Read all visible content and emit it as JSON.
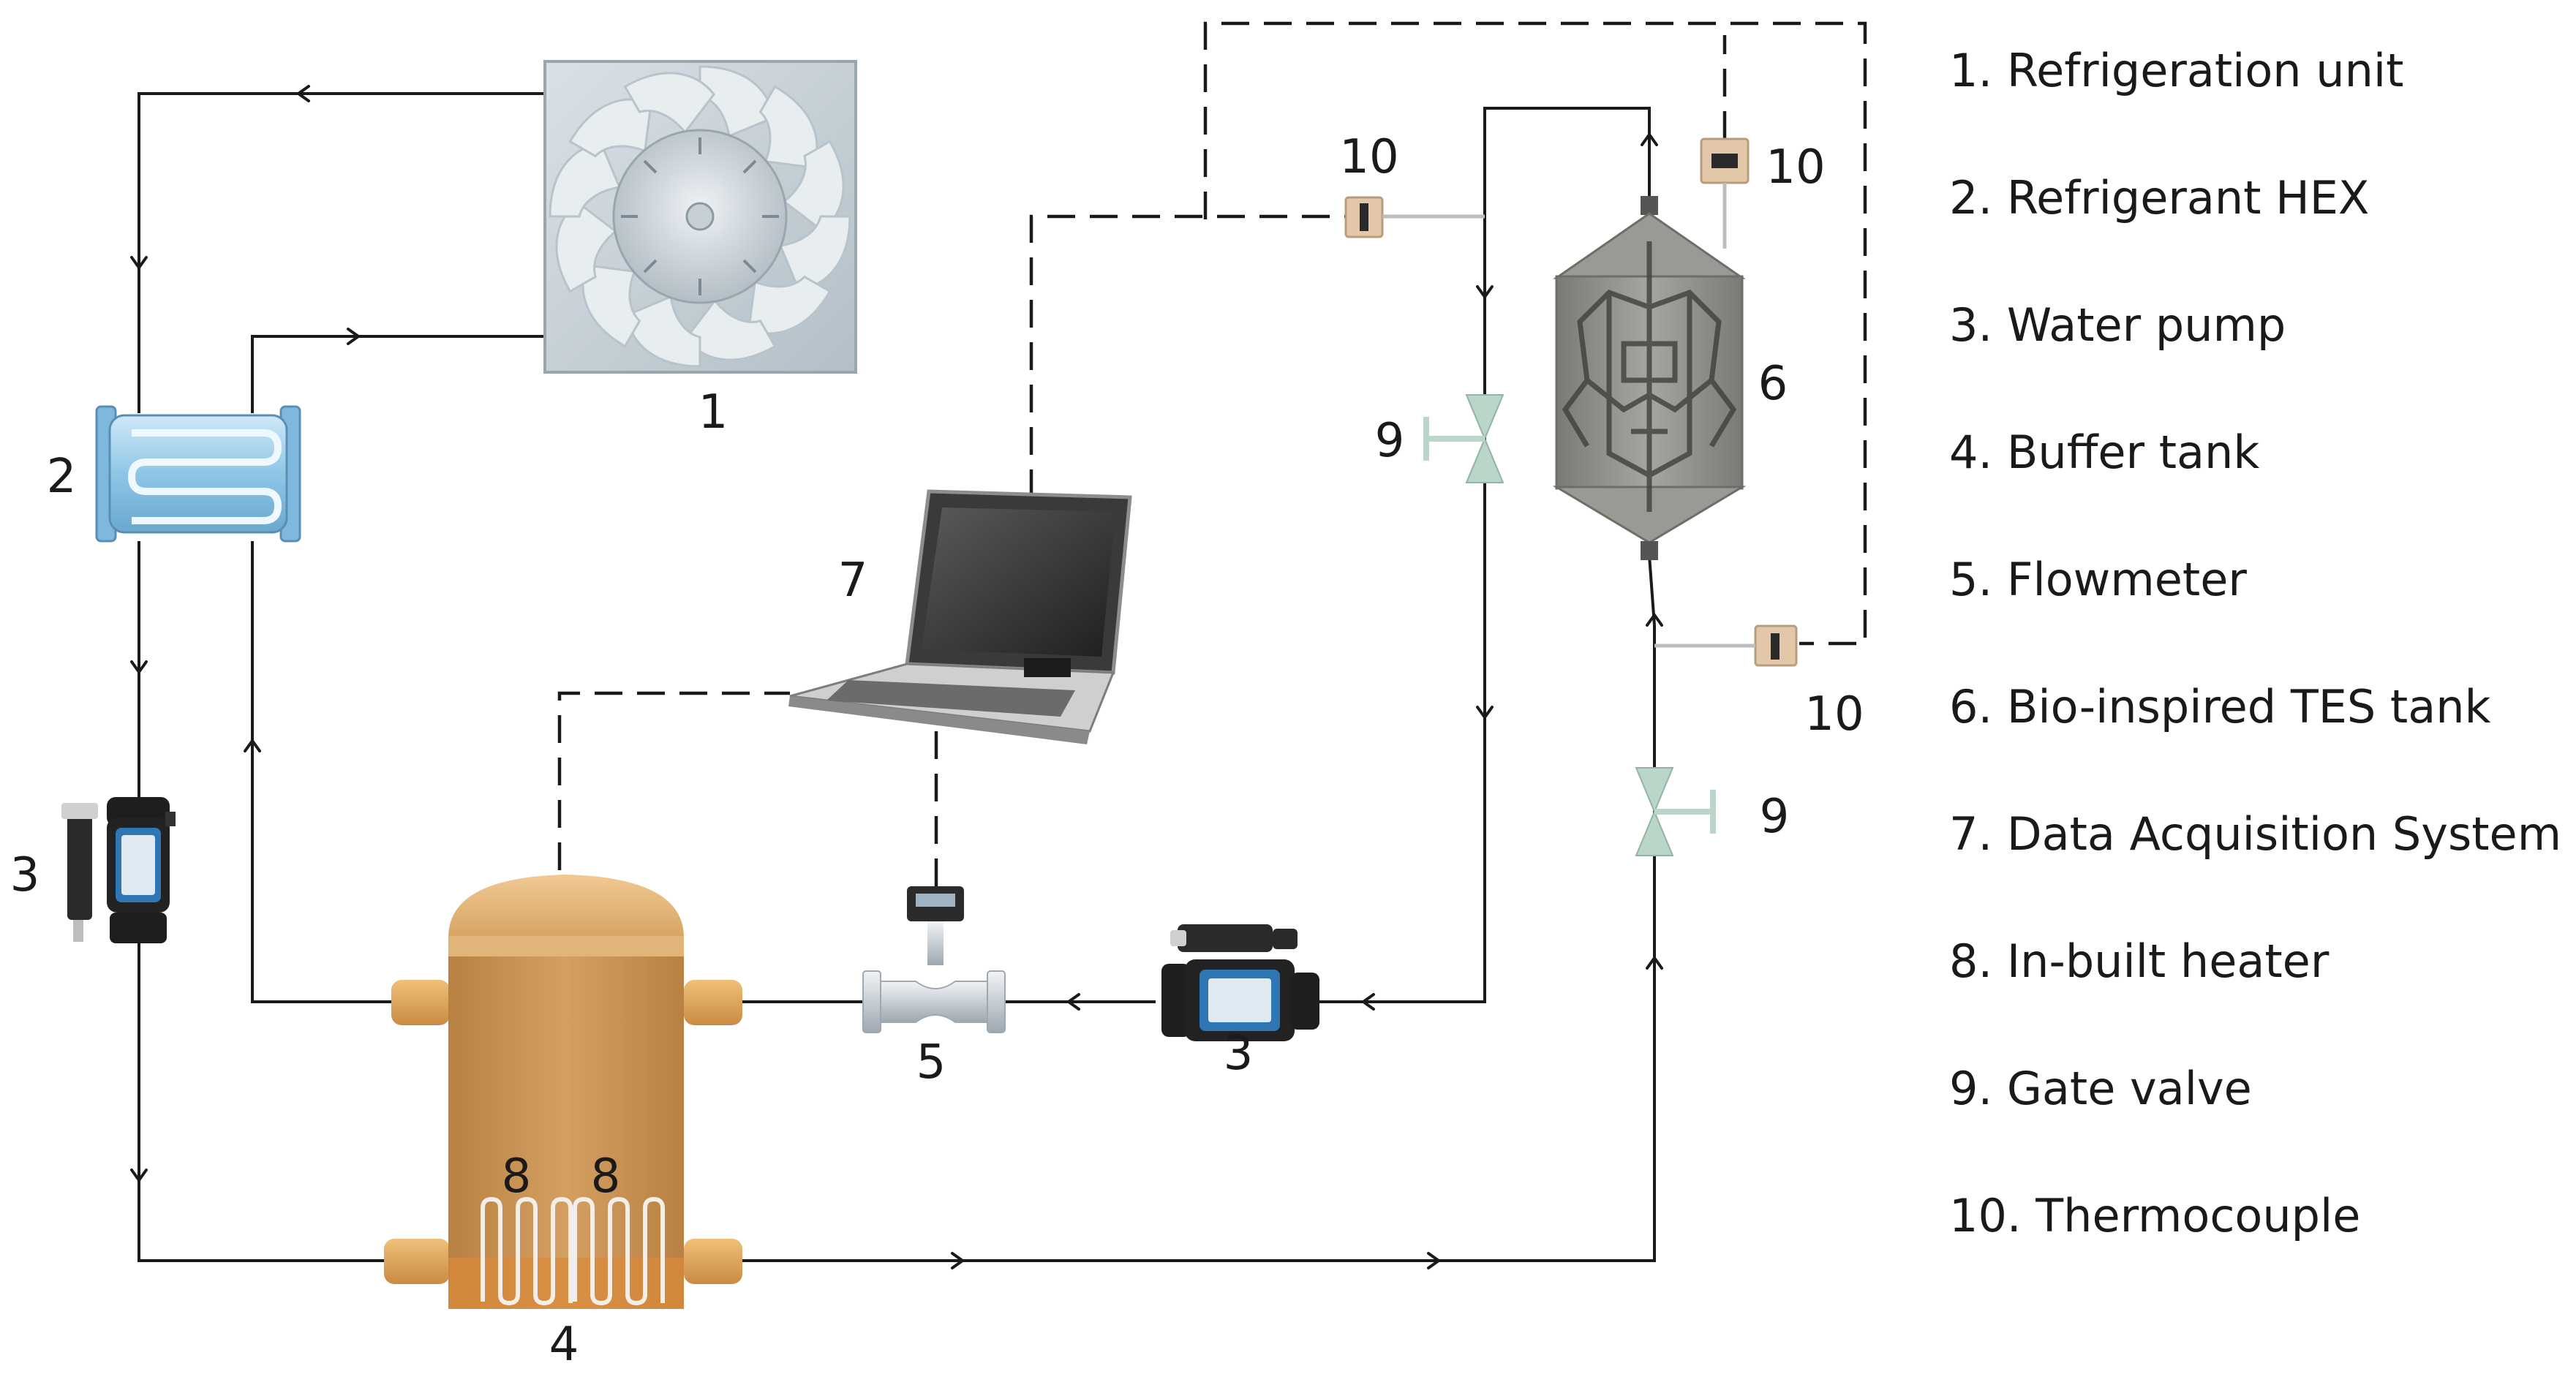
{
  "components": {
    "refrigeration_unit": "1",
    "refrigerant_hex": "2",
    "water_pump_left": "3",
    "water_pump_bottom": "3",
    "buffer_tank": "4",
    "flowmeter": "5",
    "tes_tank": "6",
    "daq_system": "7",
    "heater_left": "8",
    "heater_right": "8",
    "gate_valve_upper": "9",
    "gate_valve_lower": "9",
    "thermocouple_top_mid": "10",
    "thermocouple_top_right": "10",
    "thermocouple_bottom_right": "10"
  },
  "legend": {
    "items": [
      "1. Refrigeration unit",
      "2. Refrigerant HEX",
      "3. Water pump",
      "4. Buffer tank",
      "5. Flowmeter",
      "6. Bio-inspired TES tank",
      "7. Data Acquisition System",
      "8. In-built heater",
      "9. Gate valve",
      "10. Thermocouple"
    ]
  },
  "colors": {
    "pipe": "#1a1a1a",
    "fan_body": "#c9d3da",
    "hex_body": "#a9d3ec",
    "tank_body": "#c99455",
    "tank_water": "#d98a3a",
    "tes_body": "#8b8b86",
    "valve": "#b9d6c8",
    "thermocouple": "#e2c8a8"
  }
}
